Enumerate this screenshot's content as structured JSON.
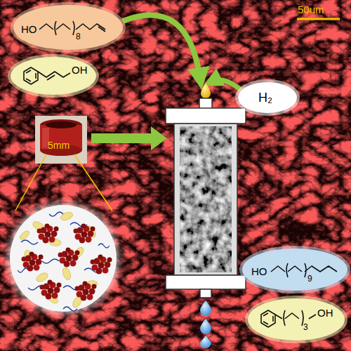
{
  "diagram": {
    "nodes": [
      {
        "text": [
          "HO",
          "8"
        ]
      },
      {
        "text": [
          "OH"
        ]
      },
      {
        "text": [
          "H₂"
        ]
      },
      {
        "text": [
          "HO",
          "9"
        ]
      },
      {
        "text": [
          "3",
          "OH"
        ]
      }
    ],
    "labels": [
      "50um",
      "5mm"
    ]
  }
}
